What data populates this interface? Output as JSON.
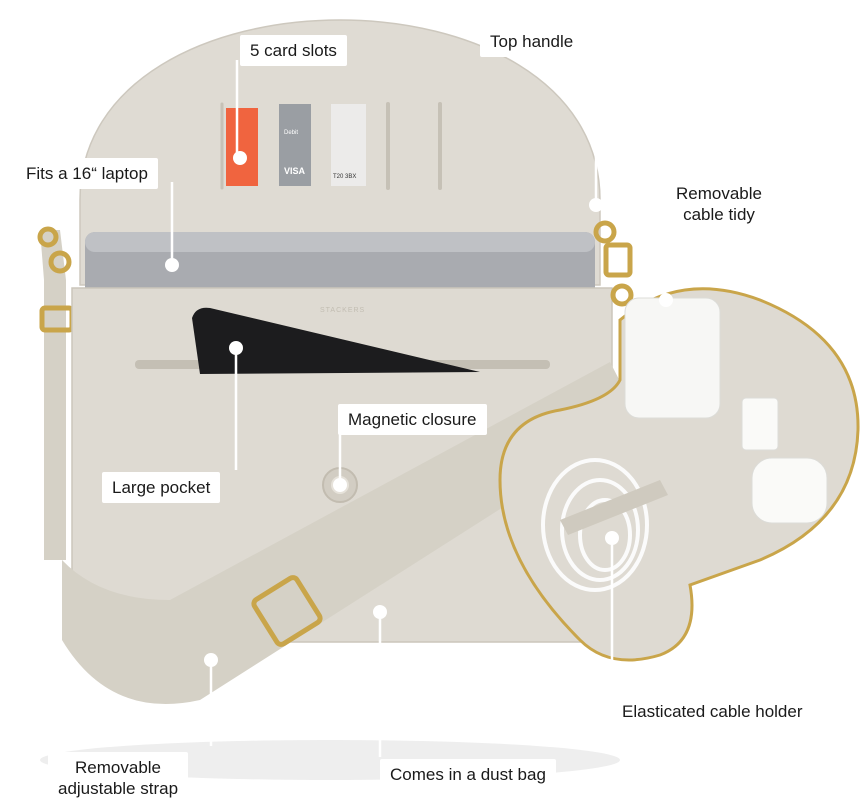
{
  "product": {
    "card_texts": [
      "Debit",
      "VISA",
      "T20 3BX"
    ],
    "brand_emboss": "STACKERS"
  },
  "labels": {
    "card_slots": "5 card slots",
    "top_handle": "Top handle",
    "fits_laptop": "Fits a 16“ laptop",
    "removable_cable_tidy": "Removable\ncable tidy",
    "magnetic_closure": "Magnetic closure",
    "large_pocket": "Large pocket",
    "elasticated_cable_holder": "Elasticated cable holder",
    "removable_strap": "Removable\nadjustable strap",
    "dust_bag": "Comes in a dust bag"
  },
  "colors": {
    "leather": "#dedad2",
    "leather_shadow": "#c9c4ba",
    "strap": "#d5d1c6",
    "gold": "#c9a54a",
    "laptop": "#a9abb0",
    "notebook": "#1c1c1e",
    "card_orange": "#f0643f",
    "callout": "#ffffff"
  }
}
